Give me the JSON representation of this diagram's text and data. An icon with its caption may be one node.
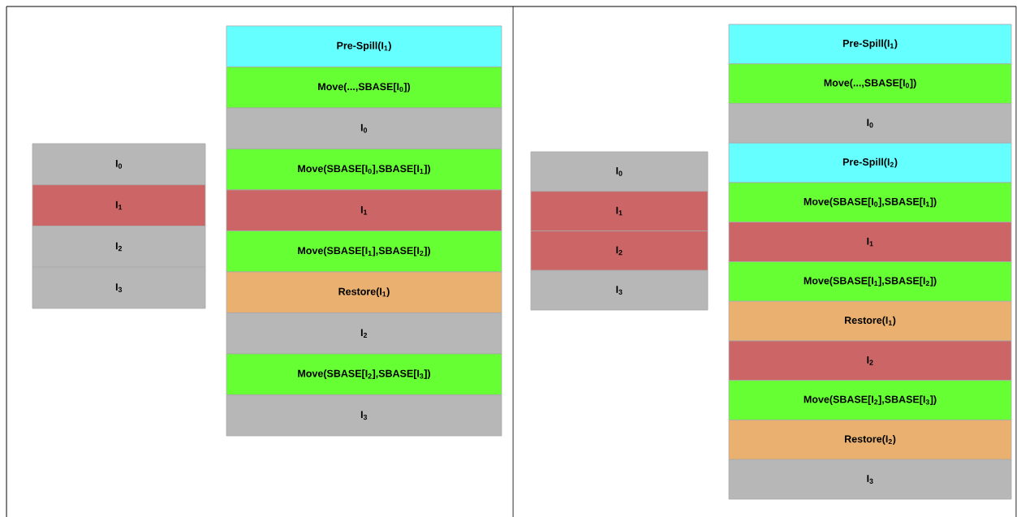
{
  "diagram": {
    "nodes": [
      {
        "text": [
          "I$_{0}$"
        ]
      },
      {
        "text": [
          "I$_{1}$"
        ]
      },
      {
        "text": [
          "I$_{2}$"
        ]
      },
      {
        "text": [
          "I$_{3}$"
        ]
      },
      {
        "text": [
          "Pre-Spill(I$_{1}$)"
        ]
      },
      {
        "text": [
          "Move(...,SBASE[I$_{0}$])"
        ]
      },
      {
        "text": [
          "I$_{0}$"
        ]
      },
      {
        "text": [
          "Move(SBASE[I$_{0}$],SBASE[I$_{1}$])"
        ]
      },
      {
        "text": [
          "I$_{1}$"
        ]
      },
      {
        "text": [
          "Move(SBASE[I$_{1}$],SBASE[I$_{2}$])"
        ]
      },
      {
        "text": [
          "Restore(I$_{1}$)"
        ]
      },
      {
        "text": [
          "I$_{2}$"
        ]
      },
      {
        "text": [
          "Move(SBASE[I$_{2}$],SBASE[I$_{3}$])"
        ]
      },
      {
        "text": [
          "I$_{3}$"
        ]
      },
      {
        "text": [
          "I$_{0}$"
        ]
      },
      {
        "text": [
          "I$_{1}$"
        ]
      },
      {
        "text": [
          "I$_{2}$"
        ]
      },
      {
        "text": [
          "I$_{3}$"
        ]
      },
      {
        "text": [
          "Pre-Spill(I$_{1}$)"
        ]
      },
      {
        "text": [
          "Move(...,SBASE[I$_{0}$])"
        ]
      },
      {
        "text": [
          "I$_{0}$"
        ]
      },
      {
        "text": [
          "Pre-Spill(I$_{2}$)"
        ]
      },
      {
        "text": [
          "Move(SBASE[I$_{0}$],SBASE[I$_{1}$])"
        ]
      },
      {
        "text": [
          "I$_{1}$"
        ]
      },
      {
        "text": [
          "Move(SBASE[I$_{1}$],SBASE[I$_{2}$])"
        ]
      },
      {
        "text": [
          "Restore(I$_{1}$)"
        ]
      },
      {
        "text": [
          "I$_{2}$"
        ]
      },
      {
        "text": [
          "Move(SBASE[I$_{2}$],SBASE[I$_{3}$])"
        ]
      },
      {
        "text": [
          "Restore(I$_{2}$)"
        ]
      },
      {
        "text": [
          "I$_{3}$"
        ]
      }
    ]
  }
}
